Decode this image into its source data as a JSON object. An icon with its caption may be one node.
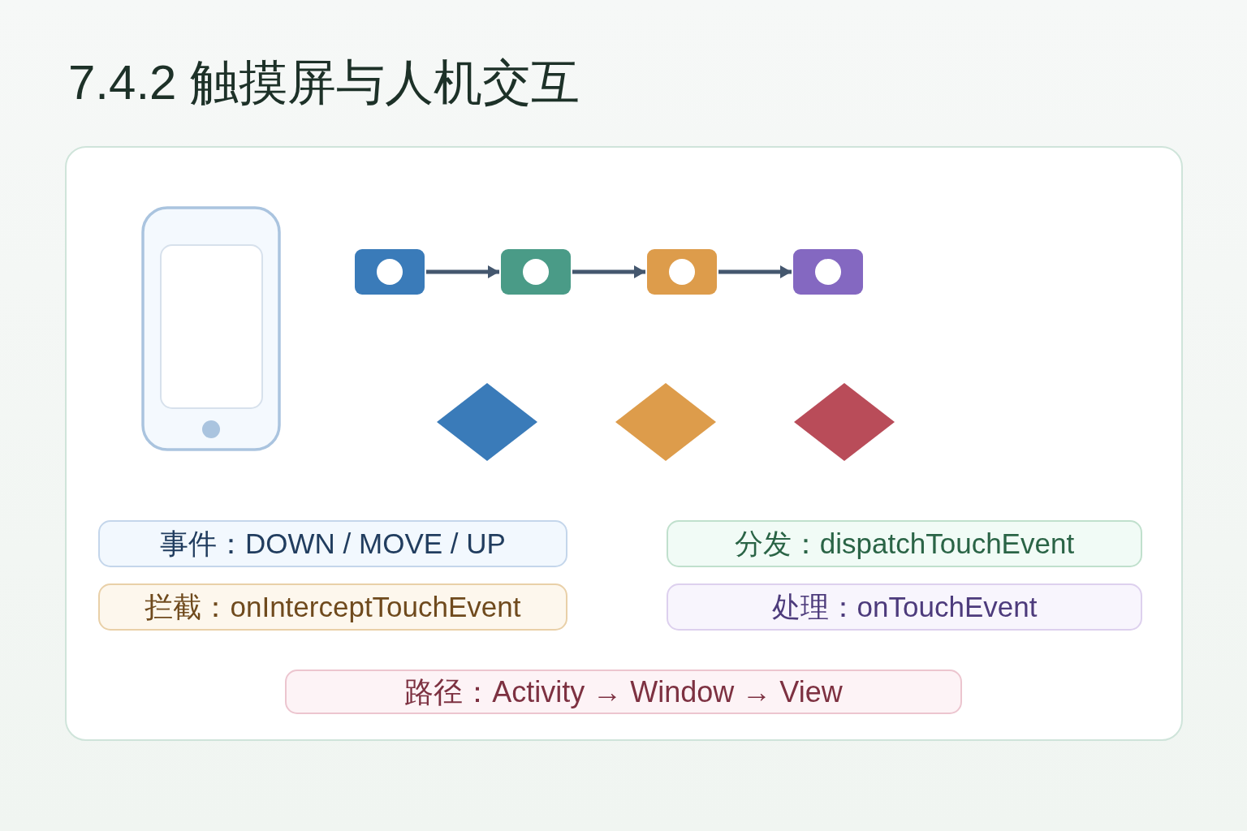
{
  "diagram": {
    "title": "7.4.2 触摸屏与人机交互",
    "nodes": [
      {
        "text": [],
        "shape": "box"
      },
      {
        "text": [],
        "shape": "box"
      },
      {
        "text": [],
        "shape": "box"
      },
      {
        "text": [],
        "shape": "box"
      },
      {
        "text": [],
        "shape": "diamond"
      },
      {
        "text": [],
        "shape": "diamond"
      },
      {
        "text": [],
        "shape": "diamond"
      },
      {
        "text": [
          "事件：DOWN / MOVE / UP"
        ]
      },
      {
        "text": [
          "分发：dispatchTouchEvent"
        ]
      },
      {
        "text": [
          "拦截：onInterceptTouchEvent"
        ]
      },
      {
        "text": [
          "处理：onTouchEvent"
        ]
      },
      {
        "text": [
          "路径：Activity → Window → View"
        ]
      }
    ],
    "edges": [
      {
        "from": 0,
        "to": 1,
        "arrow": "to"
      },
      {
        "from": 1,
        "to": 2,
        "arrow": "to"
      },
      {
        "from": 2,
        "to": 3,
        "arrow": "to"
      }
    ]
  }
}
